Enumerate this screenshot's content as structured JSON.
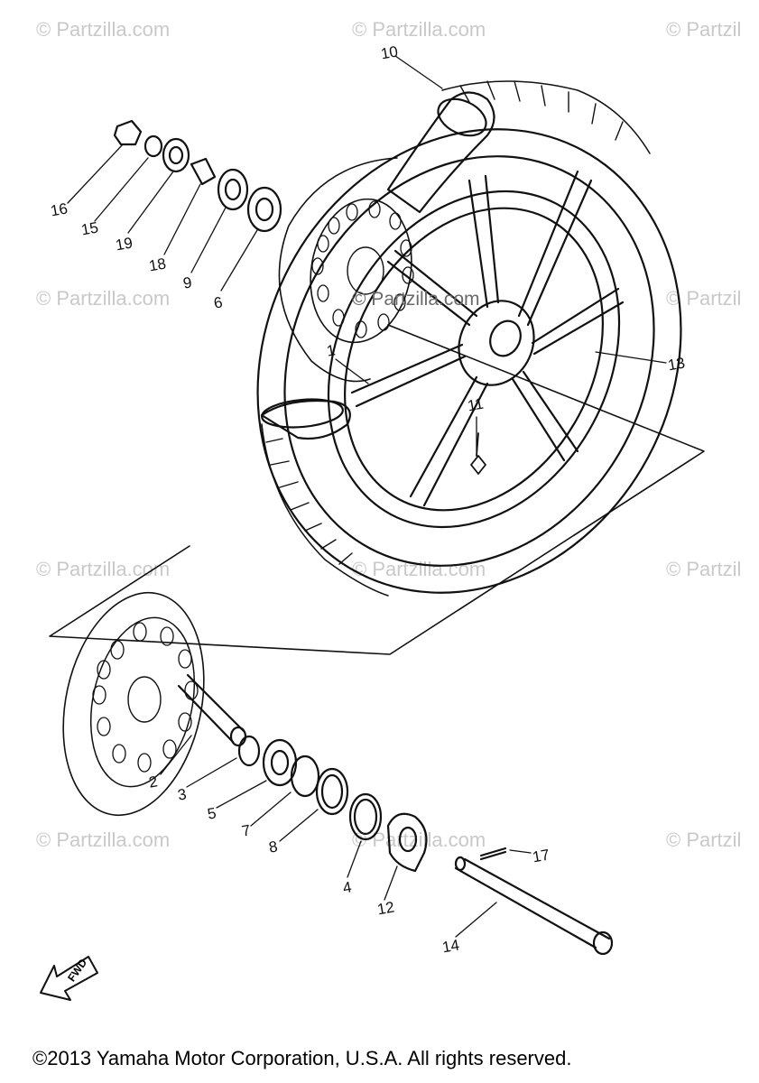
{
  "watermarks": {
    "text": "© Partzilla.com",
    "edge_text": "© Partzil",
    "center_text": "© Partzilla.com"
  },
  "callouts": {
    "c1": "1",
    "c2": "2",
    "c3": "3",
    "c4": "4",
    "c5": "5",
    "c6": "6",
    "c7": "7",
    "c8": "8",
    "c9": "9",
    "c10": "10",
    "c11": "11",
    "c12": "12",
    "c13": "13",
    "c14": "14",
    "c15": "15",
    "c16": "16",
    "c17": "17",
    "c18": "18",
    "c19": "19"
  },
  "fwd_label": "FWD",
  "copyright": "©2013 Yamaha Motor Corporation, U.S.A. All rights reserved."
}
